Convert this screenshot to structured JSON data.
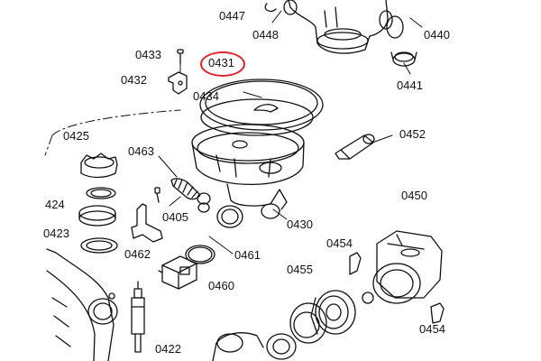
{
  "diagram": {
    "highlighted_part": "0431",
    "highlight_color": "#e0252b",
    "line_color": "#111111",
    "labels": {
      "p0447": "0447",
      "p0448": "0448",
      "p0440": "0440",
      "p0433": "0433",
      "p0431": "0431",
      "p0432": "0432",
      "p0434": "0434",
      "p0441": "0441",
      "p0425": "0425",
      "p0463": "0463",
      "p0452": "0452",
      "p0450": "0450",
      "p0424": "424",
      "p0405": "0405",
      "p0430": "0430",
      "p0423": "0423",
      "p0462": "0462",
      "p0454a": "0454",
      "p0461": "0461",
      "p0455": "0455",
      "p0460": "0460",
      "p0454b": "0454",
      "p0422": "0422"
    }
  }
}
